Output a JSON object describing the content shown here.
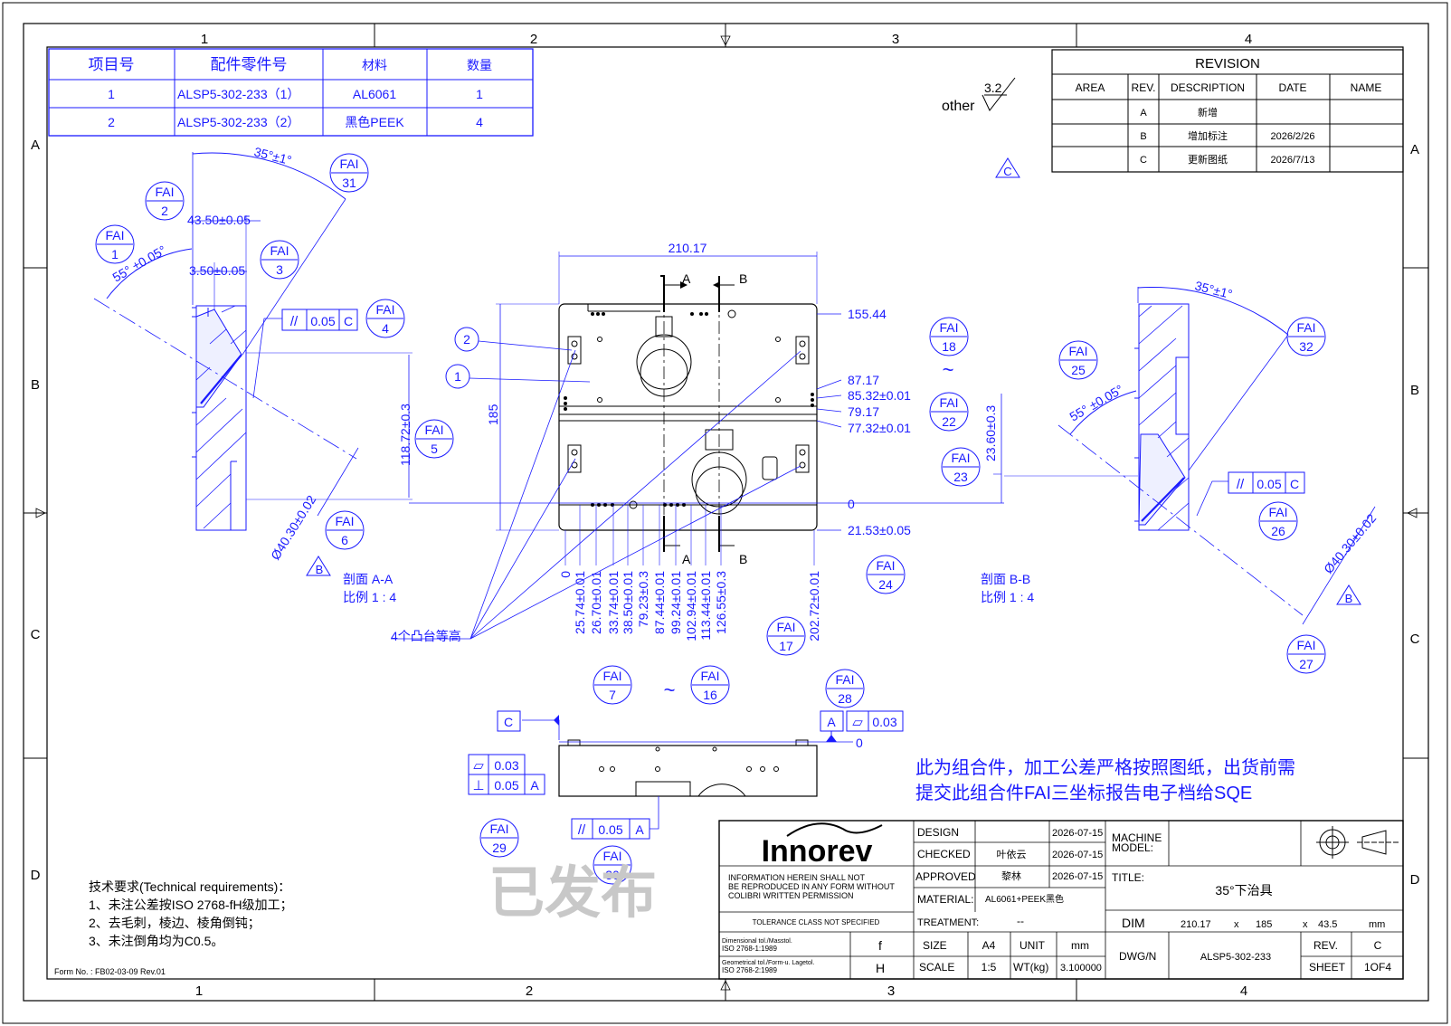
{
  "colors": {
    "ink": "#000000",
    "blue": "#1a1aff",
    "stamp": "#c8c8c8"
  },
  "zones": {
    "cols": [
      "1",
      "2",
      "3",
      "4"
    ],
    "rows": [
      "A",
      "B",
      "C",
      "D"
    ]
  },
  "bom": {
    "headers": [
      "项目号",
      "配件零件号",
      "材料",
      "数量"
    ],
    "rows": [
      [
        "1",
        "ALSP5-302-233（1）",
        "AL6061",
        "1"
      ],
      [
        "2",
        "ALSP5-302-233（2）",
        "黑色PEEK",
        "4"
      ]
    ]
  },
  "revision": {
    "title": "REVISION",
    "headers": [
      "AREA",
      "REV.",
      "DESCRIPTION",
      "DATE",
      "NAME"
    ],
    "rows": [
      [
        "",
        "A",
        "新增",
        "",
        ""
      ],
      [
        "",
        "B",
        "增加标注",
        "2026/2/26",
        ""
      ],
      [
        "",
        "C",
        "更新图纸",
        "2026/7/13",
        ""
      ]
    ]
  },
  "surface": {
    "label": "other",
    "value": "3.2"
  },
  "datums": {
    "a": "A",
    "b": "B",
    "c": "C"
  },
  "section_labels": {
    "a_title": "剖面 A-A",
    "a_scale": "比例 1 : 4",
    "b_title": "剖面 B-B",
    "b_scale": "比例 1 : 4",
    "a": "A",
    "b": "B"
  },
  "fai": {
    "label": "FAI",
    "tilde": "~"
  },
  "fai_numbers": [
    "1",
    "2",
    "3",
    "4",
    "5",
    "6",
    "7",
    "16",
    "17",
    "18",
    "22",
    "23",
    "24",
    "25",
    "26",
    "27",
    "28",
    "29",
    "30",
    "31",
    "32"
  ],
  "balloons": [
    "1",
    "2"
  ],
  "dims_left": {
    "angle35": "35°±1°",
    "angle55": "55° ±0.05°",
    "d4350": "43.50±0.05",
    "d350": "3.50±0.05",
    "dia": "Ø40.30±0.02",
    "d11872": "118.72±0.3"
  },
  "dims_right": {
    "angle35": "35°±1°",
    "angle55": "55° ±0.05°",
    "dia": "Ø40.30±0.02",
    "d2360": "23.60±0.3"
  },
  "fcf": {
    "par": "//",
    "flat": "▱",
    "perp": "⊥",
    "v005": "0.05",
    "v003": "0.03",
    "c": "C",
    "a": "A"
  },
  "dims_front": {
    "width": "210.17",
    "height": "185",
    "right": [
      "155.44",
      "87.17",
      "85.32±0.01",
      "79.17",
      "77.32±0.01",
      "0",
      "21.53±0.05"
    ],
    "bottom": [
      "0",
      "25.74±0.01",
      "26.70±0.01",
      "33.74±0.01",
      "38.50±0.01",
      "79.23±0.3",
      "87.44±0.01",
      "99.24±0.01",
      "102.94±0.01",
      "113.44±0.01",
      "126.55±0.3",
      "202.72±0.01"
    ],
    "boss": "4个凸台等高",
    "zero": "0"
  },
  "note_assembly": [
    "此为组合件，加工公差严格按照图纸，出货前需",
    "提交此组合件FAI三坐标报告电子档给SQE"
  ],
  "tech": {
    "title": "技术要求(Technical requirements)：",
    "items": [
      "1、未注公差按ISO 2768-fH级加工；",
      "2、去毛刺，棱边、棱角倒钝；",
      "3、未注倒角均为C0.5。"
    ]
  },
  "stamp": "已发布",
  "form_no": "Form No. : FB02-03-09  Rev.01",
  "title_block": {
    "logo": "Innorev",
    "notice": [
      "INFORMATION HEREIN SHALL NOT",
      "BE REPRODUCED IN ANY FORM WITHOUT",
      "COLIBRI WRITTEN PERMISSION"
    ],
    "tolerance_class": "TOLERANCE CLASS NOT SPECIFIED",
    "dim_tol_label": [
      "Dimensional tol./Masstol.",
      "ISO 2768-1:1989"
    ],
    "dim_tol_val": "f",
    "geo_tol_label": [
      "Geometrical tol./Form-u. Lagetol.",
      "ISO 2768-2:1989"
    ],
    "geo_tol_val": "H",
    "design": "DESIGN",
    "design_date": "2026-07-15",
    "checked": "CHECKED",
    "checked_name": "叶依云",
    "checked_date": "2026-07-15",
    "approved": "APPROVED",
    "approved_name": "黎林",
    "approved_date": "2026-07-15",
    "material_label": "MATERIAL:",
    "material": "AL6061+PEEK黑色",
    "treatment_label": "TREATMENT:",
    "treatment": "--",
    "size_label": "SIZE",
    "size": "A4",
    "unit_label": "UNIT",
    "unit": "mm",
    "scale_label": "SCALE",
    "scale": "1:5",
    "wt_label": "WT(kg)",
    "wt": "3.100000",
    "machine_label": [
      "MACHINE",
      "MODEL:"
    ],
    "title_label": "TITLE:",
    "title": "35°下治具",
    "dim_label": "DIM",
    "dim_x": "210.17",
    "x": "x",
    "dim_y": "185",
    "dim_z": "43.5",
    "dim_unit": "mm",
    "dwg_label": "DWG/N",
    "dwg": "ALSP5-302-233",
    "rev_label": "REV.",
    "rev": "C",
    "sheet_label": "SHEET",
    "sheet": "1OF4"
  }
}
